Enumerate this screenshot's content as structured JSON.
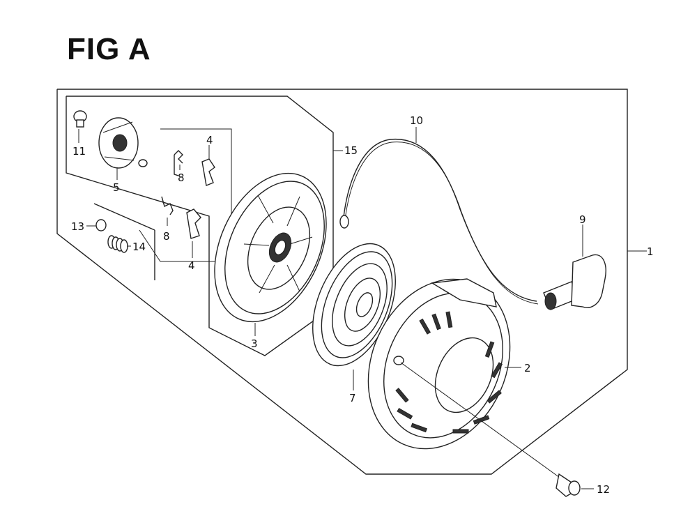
{
  "title": "FIG A",
  "callouts": {
    "c1": "1",
    "c2": "2",
    "c3": "3",
    "c4a": "4",
    "c4b": "4",
    "c5": "5",
    "c7": "7",
    "c8a": "8",
    "c8b": "8",
    "c9": "9",
    "c10": "10",
    "c11": "11",
    "c12": "12",
    "c13": "13",
    "c14": "14",
    "c15": "15"
  }
}
